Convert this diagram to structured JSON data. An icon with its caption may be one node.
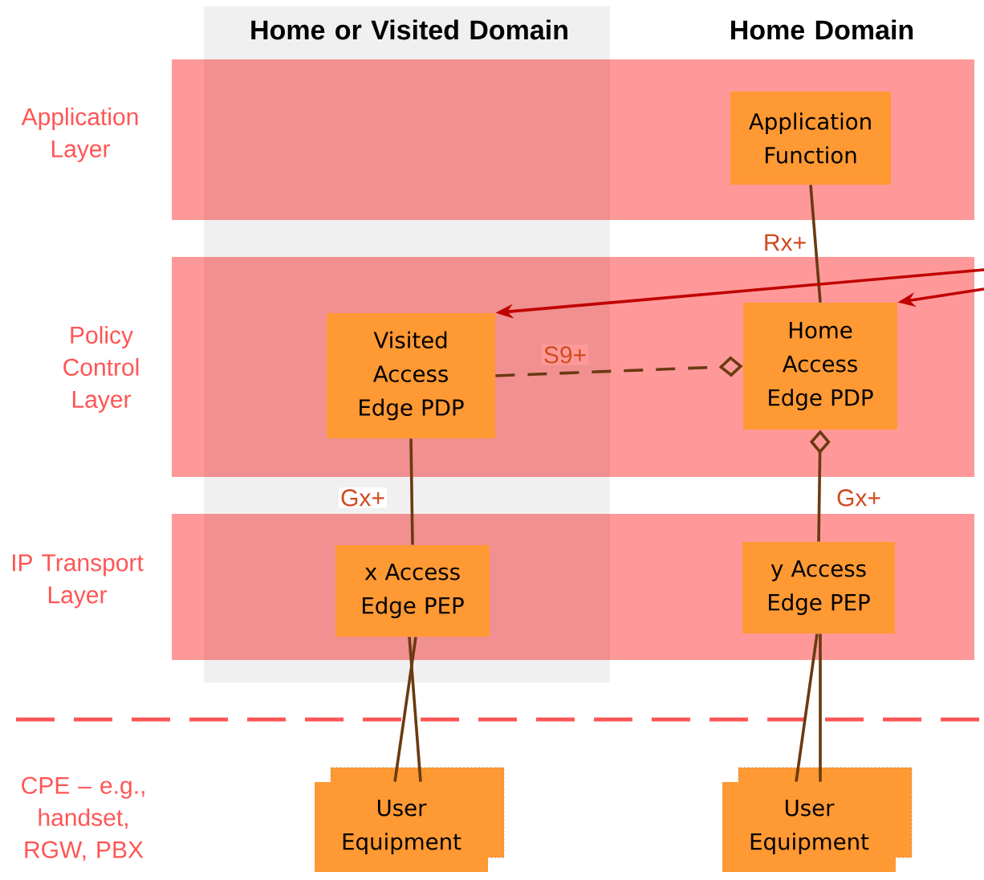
{
  "diagram": {
    "nodes": [
      {
        "text": [
          "Application Function"
        ]
      },
      {
        "text": [
          "Visited Access Edge PDP"
        ]
      },
      {
        "text": [
          "Home Access Edge PDP"
        ]
      },
      {
        "text": [
          "x Access Edge PEP"
        ]
      },
      {
        "text": [
          "y Access Edge PEP"
        ]
      },
      {
        "text": [
          "User Equipment"
        ]
      },
      {
        "text": [
          "User Equipment"
        ]
      }
    ],
    "edges": [
      {
        "from": 0,
        "to": 2,
        "arrow": "none",
        "label": "Rx+"
      },
      {
        "from": 1,
        "to": 2,
        "arrow": "other",
        "label": "S9+",
        "style": "dashed"
      },
      {
        "from": 4,
        "to": 2,
        "arrow": "other",
        "label": "Gx+"
      },
      {
        "from": 1,
        "to": 3,
        "arrow": "none",
        "label": "Gx+"
      },
      {
        "from": 3,
        "to": 5,
        "arrow": "none"
      },
      {
        "from": 3,
        "to": 5,
        "arrow": "none"
      },
      {
        "from": 4,
        "to": 6,
        "arrow": "none"
      },
      {
        "from": 4,
        "to": 6,
        "arrow": "none"
      },
      {
        "from": null,
        "to": 1,
        "arrow": "to",
        "color": "#c00000"
      },
      {
        "from": null,
        "to": 2,
        "arrow": "to",
        "color": "#c00000"
      }
    ],
    "labels": [
      "Home or Visited Domain",
      "Home Domain",
      "Application Layer",
      "Policy Control Layer",
      "IP Transport Layer",
      "CPE – e.g., handset, RGW, PBX"
    ]
  }
}
